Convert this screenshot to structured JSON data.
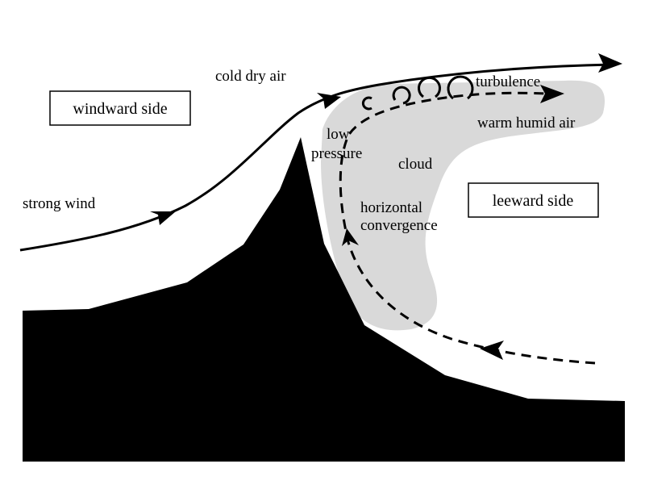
{
  "diagram": {
    "title": "",
    "colors": {
      "mountain": "#000000",
      "cloud": "#d9d9d9",
      "background": "#ffffff",
      "lines": "#000000"
    },
    "boxes": {
      "windward": "windward side",
      "leeward": "leeward side"
    },
    "labels": {
      "cold_dry_air": "cold dry air",
      "strong_wind": "strong wind",
      "turbulence": "turbulence",
      "warm_humid_air": "warm humid air",
      "low": "low",
      "pressure": "pressure",
      "cloud": "cloud",
      "horizontal": "horizontal",
      "convergence": "convergence"
    },
    "flows": [
      {
        "name": "strong wind over mountain",
        "style": "solid",
        "direction": "left-to-right"
      },
      {
        "name": "leeward return flow",
        "style": "dashed",
        "direction": "right-to-left then up and right"
      }
    ],
    "turbulence_eddies": 4
  }
}
